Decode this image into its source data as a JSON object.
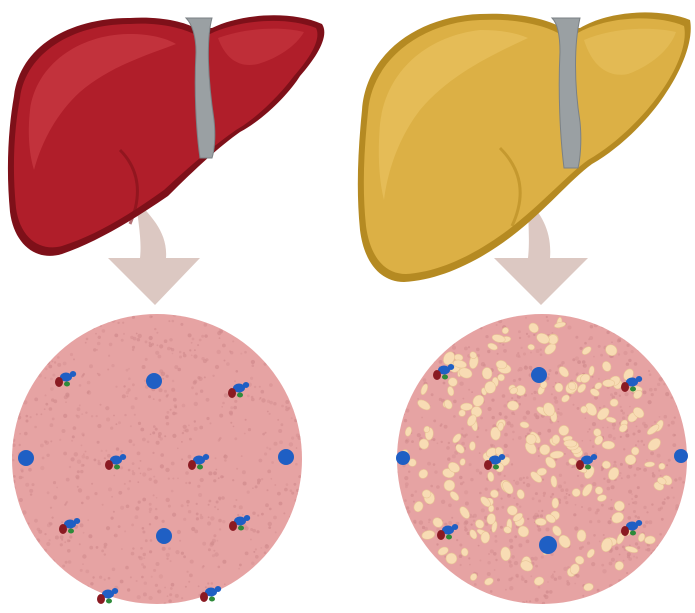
{
  "illustration": {
    "subject": "healthy-liver-vs-fatty-liver",
    "panels": [
      {
        "id": "healthy",
        "organ_color": "#b01e2a",
        "organ_shade": "#7e1019",
        "organ_highlight": "#d2434a",
        "tissue_color": "#e6a3a3",
        "tissue_speckle": "#d18b8d",
        "fat_droplets": false
      },
      {
        "id": "fatty",
        "organ_color": "#dcb045",
        "organ_shade": "#b58a22",
        "organ_highlight": "#ecc766",
        "tissue_color": "#e6a3a3",
        "tissue_speckle": "#d18b8d",
        "fat_droplets": true,
        "fat_droplet_color": "#f8dcb4"
      }
    ],
    "colors": {
      "ligament": "#9aa0a3",
      "arrow": "#dcc8c2",
      "vessel_blue": "#1f5fc4",
      "vessel_red": "#8a1a22",
      "vessel_green": "#2e8a3a",
      "background": "#ffffff"
    }
  }
}
